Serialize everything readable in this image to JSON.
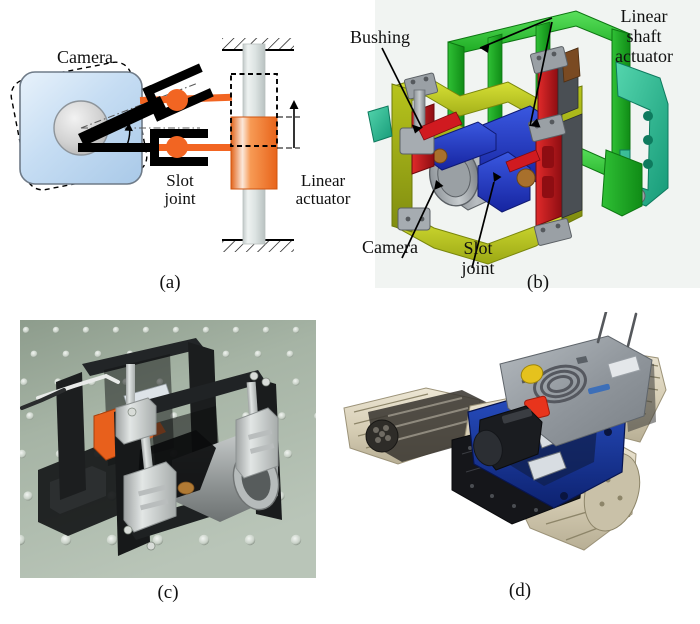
{
  "figure": {
    "title": "Camera orientation mechanism — schematic, CAD model and prototypes",
    "background": "#ffffff",
    "panels": [
      {
        "id": "a",
        "caption": "(a)",
        "type": "schematic-line-drawing",
        "description": "2D kinematic schematic of camera tilt mechanism driven by a linear actuator through two slot joints"
      },
      {
        "id": "b",
        "caption": "(b)",
        "type": "cad-render",
        "description": "Isometric CAD cutaway of the camera gimbal assembly with green outer frame, yellow inner frame, blue camera carrier and red linear shaft actuators"
      },
      {
        "id": "c",
        "caption": "(c)",
        "type": "photograph",
        "description": "Photograph of the black anodized prototype assembly mounted on an optical breadboard table"
      },
      {
        "id": "d",
        "caption": "(d)",
        "type": "photograph",
        "description": "Photograph of the complete tracked mobile robot with flippers and blue chassis carrying the camera module"
      }
    ]
  },
  "panel_a": {
    "caption": "(a)",
    "labels": {
      "camera": "Camera",
      "slot_joint": "Slot\njoint",
      "linear_actuator": "Linear\nactuator"
    },
    "colors": {
      "camera_body": "#c3dcf2",
      "camera_outline": "#6f7b88",
      "lens": "#d0d0d0",
      "link_black": "#000000",
      "pin_orange": "#f26522",
      "actuator_orange": "#f07020",
      "shaft_gray": "#d8dedd",
      "hatch": "#000000"
    },
    "annotations": {
      "tilt_angle_arc": "tilt angle between nominal and tilted camera axis",
      "stroke_arrow": "vertical stroke of the linear actuator",
      "dashed_outline": "dashed silhouette shows the tilted camera pose"
    }
  },
  "panel_b": {
    "caption": "(b)",
    "labels": {
      "bushing": "Bushing",
      "linear_shaft_actuator": "Linear\nshaft\nactuator",
      "camera": "Camera",
      "slot_joint": "Slot\njoint"
    },
    "colors": {
      "background": "#f0f3f1",
      "outer_frame_green": "#35c13a",
      "inner_frame_yellow": "#c8d119",
      "olive_frame": "#9aa81a",
      "teal_bracket": "#35b48f",
      "camera_body_gray": "#8d9296",
      "carrier_blue": "#2a45c8",
      "actuator_red": "#c01820",
      "bushing_gray": "#9a9ea3",
      "pin_copper": "#a86b2a"
    }
  },
  "panel_c": {
    "caption": "(c)",
    "description": "Black prototype frame with two silver linear actuators, orange motor pack, gray camera barrel and cabling, standing on a green-gray optical table with a grid of mounting holes",
    "colors": {
      "table": "#9fae9e",
      "frame_black": "#1b1b1b",
      "actuator_silver": "#cfd2d2",
      "motor_orange": "#e8601c",
      "camera_barrel": "#9a9e9e"
    }
  },
  "panel_d": {
    "caption": "(d)",
    "description": "Tracked mobile robot with four beige rubber tracks, two front flipper arms, blue aluminium chassis, gray top deck, two antennas, yellow and red connectors and a coiled cable",
    "colors": {
      "track_beige": "#ded6c0",
      "chassis_blue": "#12389c",
      "deck_gray": "#9aa0a6",
      "body_black": "#1a1a1c",
      "connector_red": "#e8301c",
      "connector_yellow": "#e8c21c",
      "antenna_gray": "#6a6a6a"
    }
  }
}
